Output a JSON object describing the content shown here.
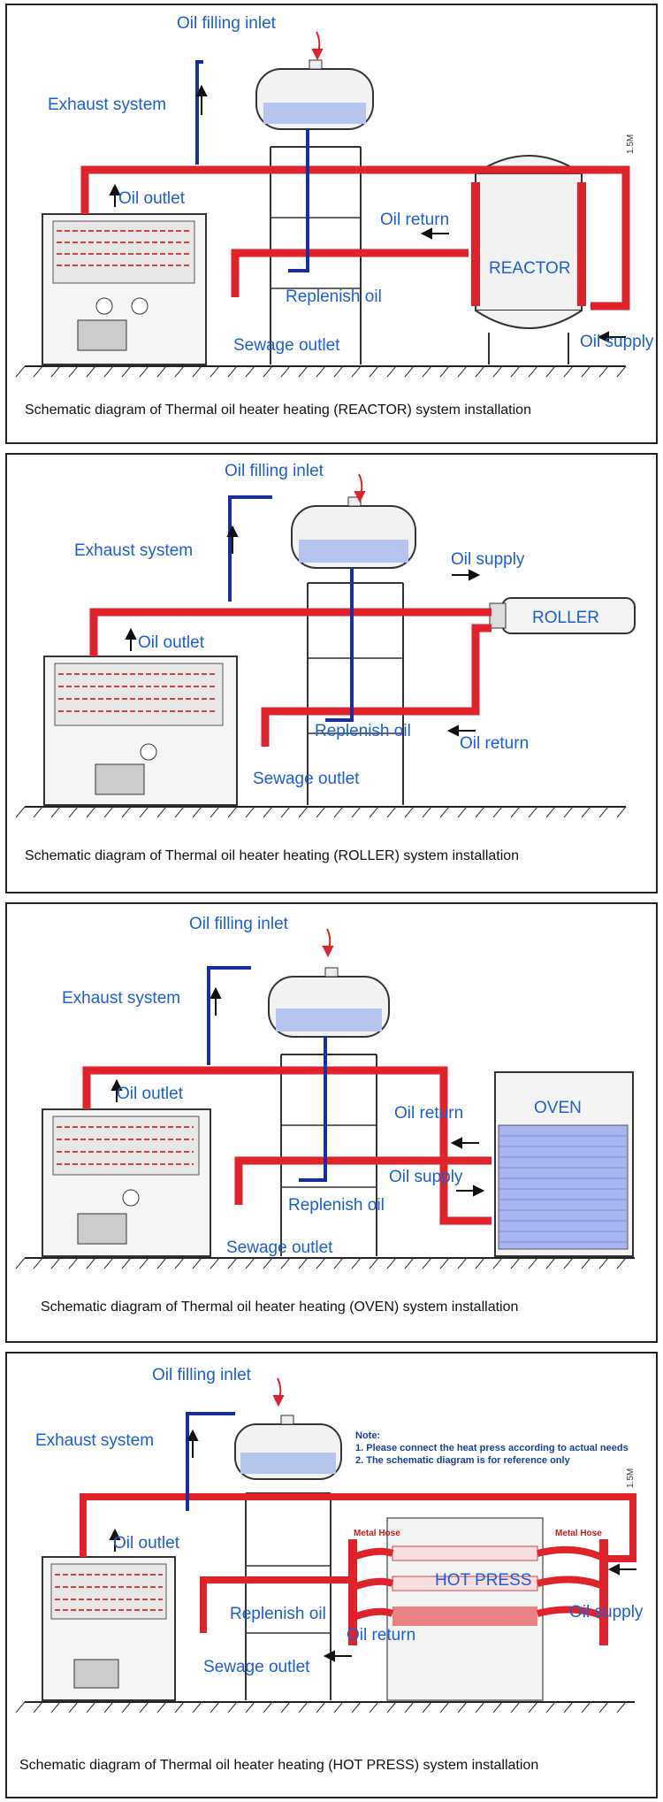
{
  "colors": {
    "label": "#1a5fd6",
    "hot_pipe": "#e0232a",
    "return_pipe": "#1a2f9e",
    "frame": "#222222"
  },
  "panels": [
    {
      "id": "reactor",
      "labels": {
        "oil_filling_inlet": "Oil filling inlet",
        "exhaust_system": "Exhaust system",
        "oil_outlet": "Oil outlet",
        "oil_return": "Oil return",
        "replenish_oil": "Replenish oil",
        "sewage_outlet": "Sewage outlet",
        "oil_supply": "Oil supply",
        "equipment": "REACTOR",
        "dimension": "1.5M"
      },
      "caption": "Schematic diagram of Thermal oil heater heating (REACTOR) system installation"
    },
    {
      "id": "roller",
      "labels": {
        "oil_filling_inlet": "Oil filling inlet",
        "exhaust_system": "Exhaust system",
        "oil_outlet": "Oil outlet",
        "oil_supply": "Oil supply",
        "oil_return": "Oil return",
        "replenish_oil": "Replenish oil",
        "sewage_outlet": "Sewage outlet",
        "equipment": "ROLLER"
      },
      "caption": "Schematic diagram of Thermal oil heater heating (ROLLER) system installation"
    },
    {
      "id": "oven",
      "labels": {
        "oil_filling_inlet": "Oil filling inlet",
        "exhaust_system": "Exhaust system",
        "oil_outlet": "Oil outlet",
        "oil_return": "Oil return",
        "oil_supply": "Oil supply",
        "replenish_oil": "Replenish oil",
        "sewage_outlet": "Sewage outlet",
        "equipment": "OVEN"
      },
      "caption": "Schematic diagram of Thermal oil heater heating (OVEN) system installation"
    },
    {
      "id": "hotpress",
      "labels": {
        "oil_filling_inlet": "Oil filling inlet",
        "exhaust_system": "Exhaust system",
        "oil_outlet": "Oil outlet",
        "replenish_oil": "Replenish oil",
        "sewage_outlet": "Sewage outlet",
        "oil_return": "Oil return",
        "oil_supply": "Oil supply",
        "equipment": "HOT PRESS",
        "metal_hose_left": "Metal Hose",
        "metal_hose_right": "Metal Hose",
        "dimension": "1.5M",
        "note_title": "Note:",
        "note_1": "1. Please connect the heat press according to actual needs",
        "note_2": "2. The schematic diagram is for reference only"
      },
      "caption": "Schematic diagram of Thermal oil heater heating (HOT PRESS) system installation"
    }
  ]
}
